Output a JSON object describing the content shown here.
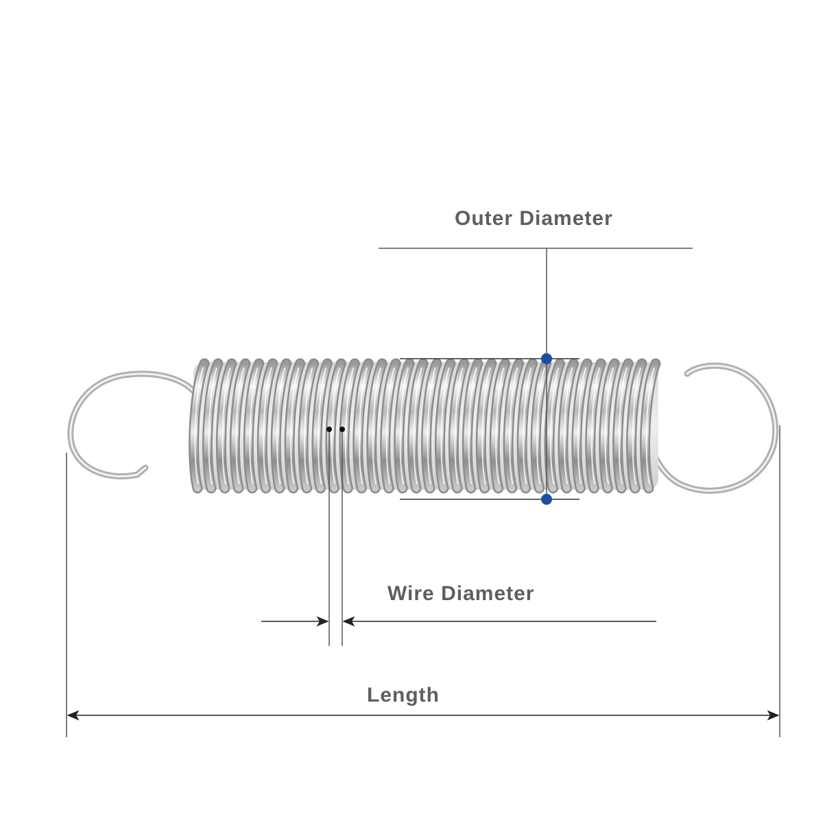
{
  "labels": {
    "outer_diameter": "Outer Diameter",
    "wire_diameter": "Wire Diameter",
    "length": "Length"
  },
  "colors": {
    "background": "#ffffff",
    "label_text": "#5e5e5e",
    "dimension_line": "#555555",
    "marker_dot": "#1c4fa0",
    "spring_light": "#f2f2f2",
    "spring_dark": "#8a8a8a"
  },
  "subject": {
    "name": "extension-spring",
    "coil_count": 34
  }
}
